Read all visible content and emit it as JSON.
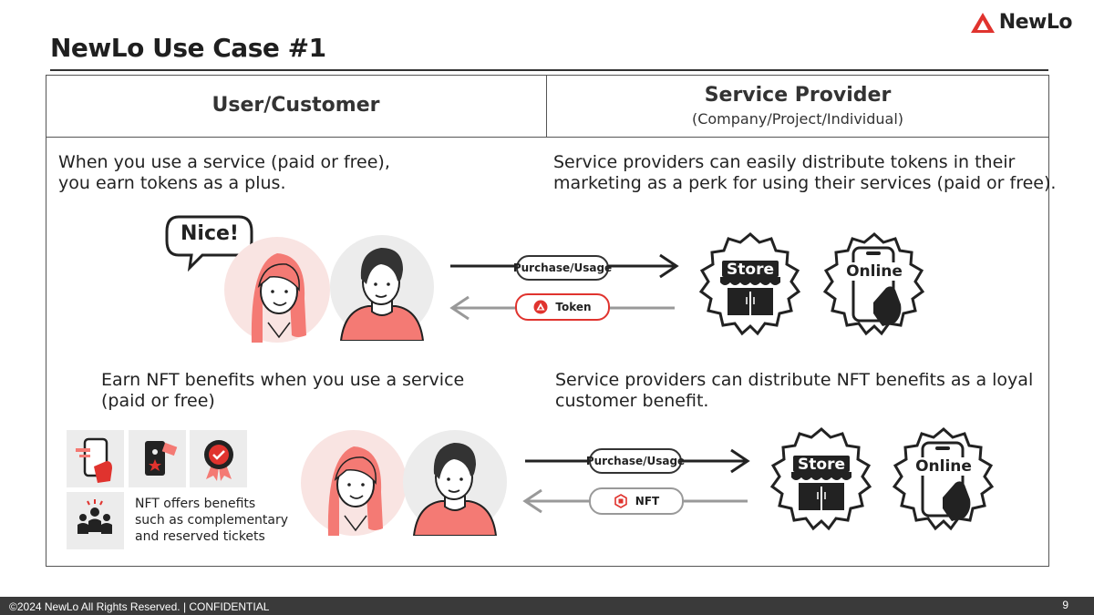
{
  "header": {
    "title": "NewLo Use Case #1",
    "logo_text": "NewLo"
  },
  "table": {
    "user_header": "User/Customer",
    "provider_header": "Service Provider",
    "provider_subheader": "(Company/Project/Individual)"
  },
  "section1": {
    "user_text_line1": "When you use a service (paid or free),",
    "user_text_line2": "you earn tokens as a plus.",
    "provider_text_line1": "Service providers can easily distribute tokens in their",
    "provider_text_line2": "marketing as a perk for using their services (paid or free).",
    "speech_bubble": "Nice!",
    "purchase_label": "Purchase/Usage",
    "token_label": "Token",
    "store_label": "Store",
    "online_label": "Online"
  },
  "section2": {
    "user_text_line1": "Earn NFT benefits when you use a service",
    "user_text_line2": "(paid or free)",
    "provider_text_line1": "Service providers can distribute NFT benefits as a loyal",
    "provider_text_line2": "customer benefit.",
    "nft_note_line1": "NFT offers  benefits",
    "nft_note_line2": "such as complementary",
    "nft_note_line3": "and reserved tickets",
    "purchase_label": "Purchase/Usage",
    "nft_label": "NFT",
    "store_label": "Store",
    "online_label": "Online"
  },
  "footer": {
    "copyright": "©2024 NewLo  All Rights Reserved. | CONFIDENTIAL",
    "page_number": "9"
  },
  "colors": {
    "brand_red": "#e0332e",
    "skin_pink": "#f9e4e2",
    "shirt_salmon": "#f47a74",
    "dark": "#222222"
  },
  "icons": [
    "newlo-logo-icon",
    "woman-avatar-icon",
    "man-avatar-icon",
    "store-badge-icon",
    "online-badge-icon",
    "token-icon",
    "nft-icon",
    "phone-pay-icon",
    "ticket-icon",
    "award-badge-icon",
    "group-people-icon"
  ]
}
